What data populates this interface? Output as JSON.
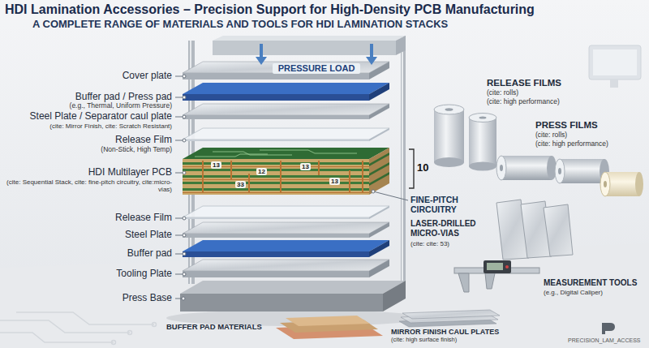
{
  "diagram": {
    "title": "HDI Lamination Accessories – Precision Support for High-Density PCB Manufacturing",
    "labels": [
      "A COMPLETE RANGE OF MATERIALS AND TOOLS FOR HDI LAMINATION STACKS",
      "Cover plate",
      "Buffer pad / Press pad",
      "(e.g., Thermal, Uniform Pressure)",
      "Steel Plate / Separator caul plate",
      "(cite: Mirror Finish, cite: Scratch Resistant)",
      "Release Film",
      "(Non-Stick, High Temp)",
      "HDI Multilayer PCB",
      "(cite: Sequential Stack, cite: fine-pitch circuitry, cite:micro-vias)",
      "Release Film",
      "Steel Plate",
      "Buffer pad",
      "Tooling Plate",
      "Press Base",
      "PRESSURE LOAD",
      "10",
      "13",
      "12",
      "13",
      "13",
      "33",
      "FINE-PITCH CIRCUITRY",
      "LASER-DRILLED MICRO-VIAS",
      "(cite: cite: 53)",
      "RELEASE FILMS",
      "(cite: rolls)",
      "(cite: high performance)",
      "PRESS FILMS",
      "(cite: rolls)",
      "(cite: high performance)",
      "MEASUREMENT TOOLS",
      "(e.g., Digital Caliper)",
      "BUFFER PAD MATERIALS",
      "MIRROR FINISH CAUL PLATES",
      "(cite: high surface finish)",
      "PRECISION_LAM_ACCESS"
    ]
  }
}
